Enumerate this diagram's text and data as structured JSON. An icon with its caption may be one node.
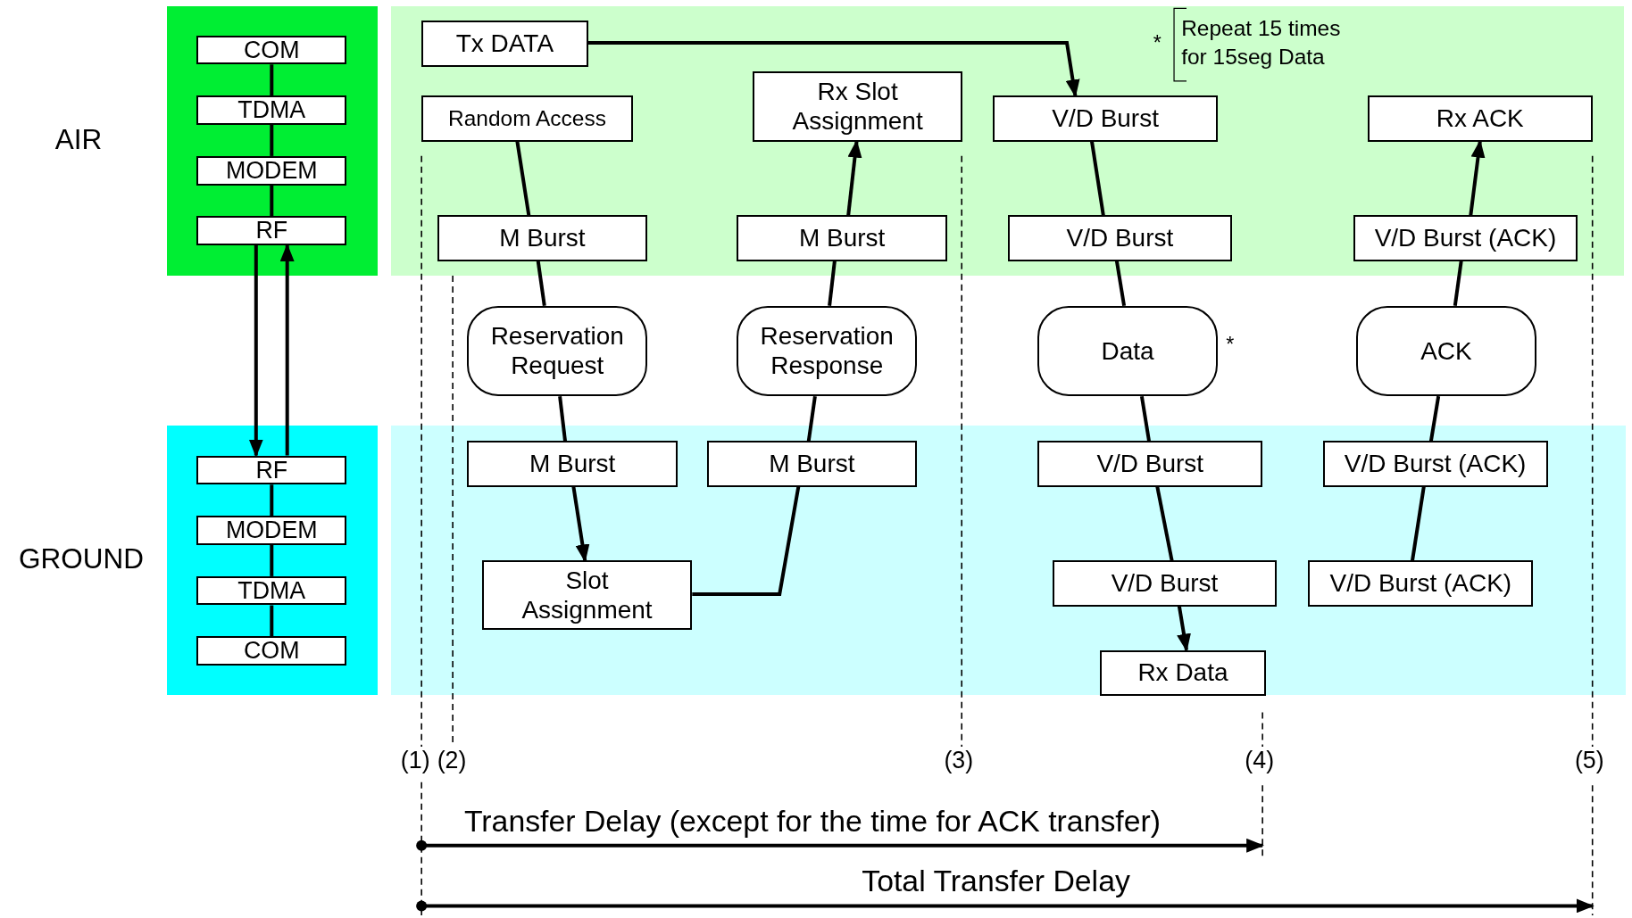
{
  "diagram": {
    "nodes": [
      {
        "text": [
          "AIR"
        ]
      },
      {
        "text": [
          "COM"
        ],
        "in": 0
      },
      {
        "text": [
          "TDMA"
        ],
        "in": 0
      },
      {
        "text": [
          "MODEM"
        ],
        "in": 0
      },
      {
        "text": [
          "RF"
        ],
        "in": 0
      },
      {
        "text": [
          "GROUND"
        ]
      },
      {
        "text": [
          "RF"
        ],
        "in": 5
      },
      {
        "text": [
          "MODEM"
        ],
        "in": 5
      },
      {
        "text": [
          "TDMA"
        ],
        "in": 5
      },
      {
        "text": [
          "COM"
        ],
        "in": 5
      },
      {
        "text": [
          "Tx DATA"
        ]
      },
      {
        "text": [
          "Random Access"
        ]
      },
      {
        "text": [
          "Rx Slot Assignment"
        ]
      },
      {
        "text": [
          "V/D Burst"
        ]
      },
      {
        "text": [
          "Rx ACK"
        ]
      },
      {
        "text": [
          "M Burst"
        ]
      },
      {
        "text": [
          "M Burst"
        ]
      },
      {
        "text": [
          "V/D Burst"
        ]
      },
      {
        "text": [
          "V/D Burst (ACK)"
        ]
      },
      {
        "text": [
          "Reservation Request"
        ]
      },
      {
        "text": [
          "Reservation Response"
        ]
      },
      {
        "text": [
          "Data"
        ],
        "beside": [
          "*"
        ]
      },
      {
        "text": [
          "ACK"
        ]
      },
      {
        "text": [
          "M Burst"
        ]
      },
      {
        "text": [
          "M Burst"
        ]
      },
      {
        "text": [
          "V/D Burst"
        ]
      },
      {
        "text": [
          "V/D Burst (ACK)"
        ]
      },
      {
        "text": [
          "Slot Assignment"
        ]
      },
      {
        "text": [
          "V/D Burst"
        ]
      },
      {
        "text": [
          "V/D Burst (ACK)"
        ]
      },
      {
        "text": [
          "Rx Data"
        ]
      }
    ],
    "edges": [
      {
        "from": 1,
        "to": 2,
        "arrow": "none"
      },
      {
        "from": 2,
        "to": 3,
        "arrow": "none"
      },
      {
        "from": 3,
        "to": 4,
        "arrow": "none"
      },
      {
        "from": 6,
        "to": 7,
        "arrow": "none"
      },
      {
        "from": 7,
        "to": 8,
        "arrow": "none"
      },
      {
        "from": 8,
        "to": 9,
        "arrow": "none"
      },
      {
        "from": 4,
        "to": 6,
        "arrow": "to"
      },
      {
        "from": 6,
        "to": 4,
        "arrow": "to"
      },
      {
        "from": 11,
        "to": 15,
        "arrow": "none"
      },
      {
        "from": 15,
        "to": 19,
        "arrow": "none"
      },
      {
        "from": 19,
        "to": 23,
        "arrow": "none"
      },
      {
        "from": 23,
        "to": 27,
        "arrow": "to"
      },
      {
        "from": 27,
        "to": 24,
        "arrow": "none"
      },
      {
        "from": 24,
        "to": 20,
        "arrow": "none"
      },
      {
        "from": 20,
        "to": 16,
        "arrow": "none"
      },
      {
        "from": 16,
        "to": 12,
        "arrow": "to"
      },
      {
        "from": 10,
        "to": 13,
        "arrow": "to"
      },
      {
        "from": 13,
        "to": 17,
        "arrow": "none"
      },
      {
        "from": 17,
        "to": 21,
        "arrow": "none"
      },
      {
        "from": 21,
        "to": 25,
        "arrow": "none"
      },
      {
        "from": 25,
        "to": 28,
        "arrow": "none"
      },
      {
        "from": 28,
        "to": 30,
        "arrow": "to"
      },
      {
        "from": 29,
        "to": 26,
        "arrow": "none"
      },
      {
        "from": 26,
        "to": 22,
        "arrow": "none"
      },
      {
        "from": 22,
        "to": 18,
        "arrow": "none"
      },
      {
        "from": 18,
        "to": 14,
        "arrow": "to"
      }
    ],
    "labels": [
      "*",
      "Repeat 15 times for 15seg Data",
      "(1)",
      "(2)",
      "(3)",
      "(4)",
      "(5)",
      "Transfer Delay (except for the time for ACK transfer)",
      "Total Transfer Delay"
    ]
  }
}
